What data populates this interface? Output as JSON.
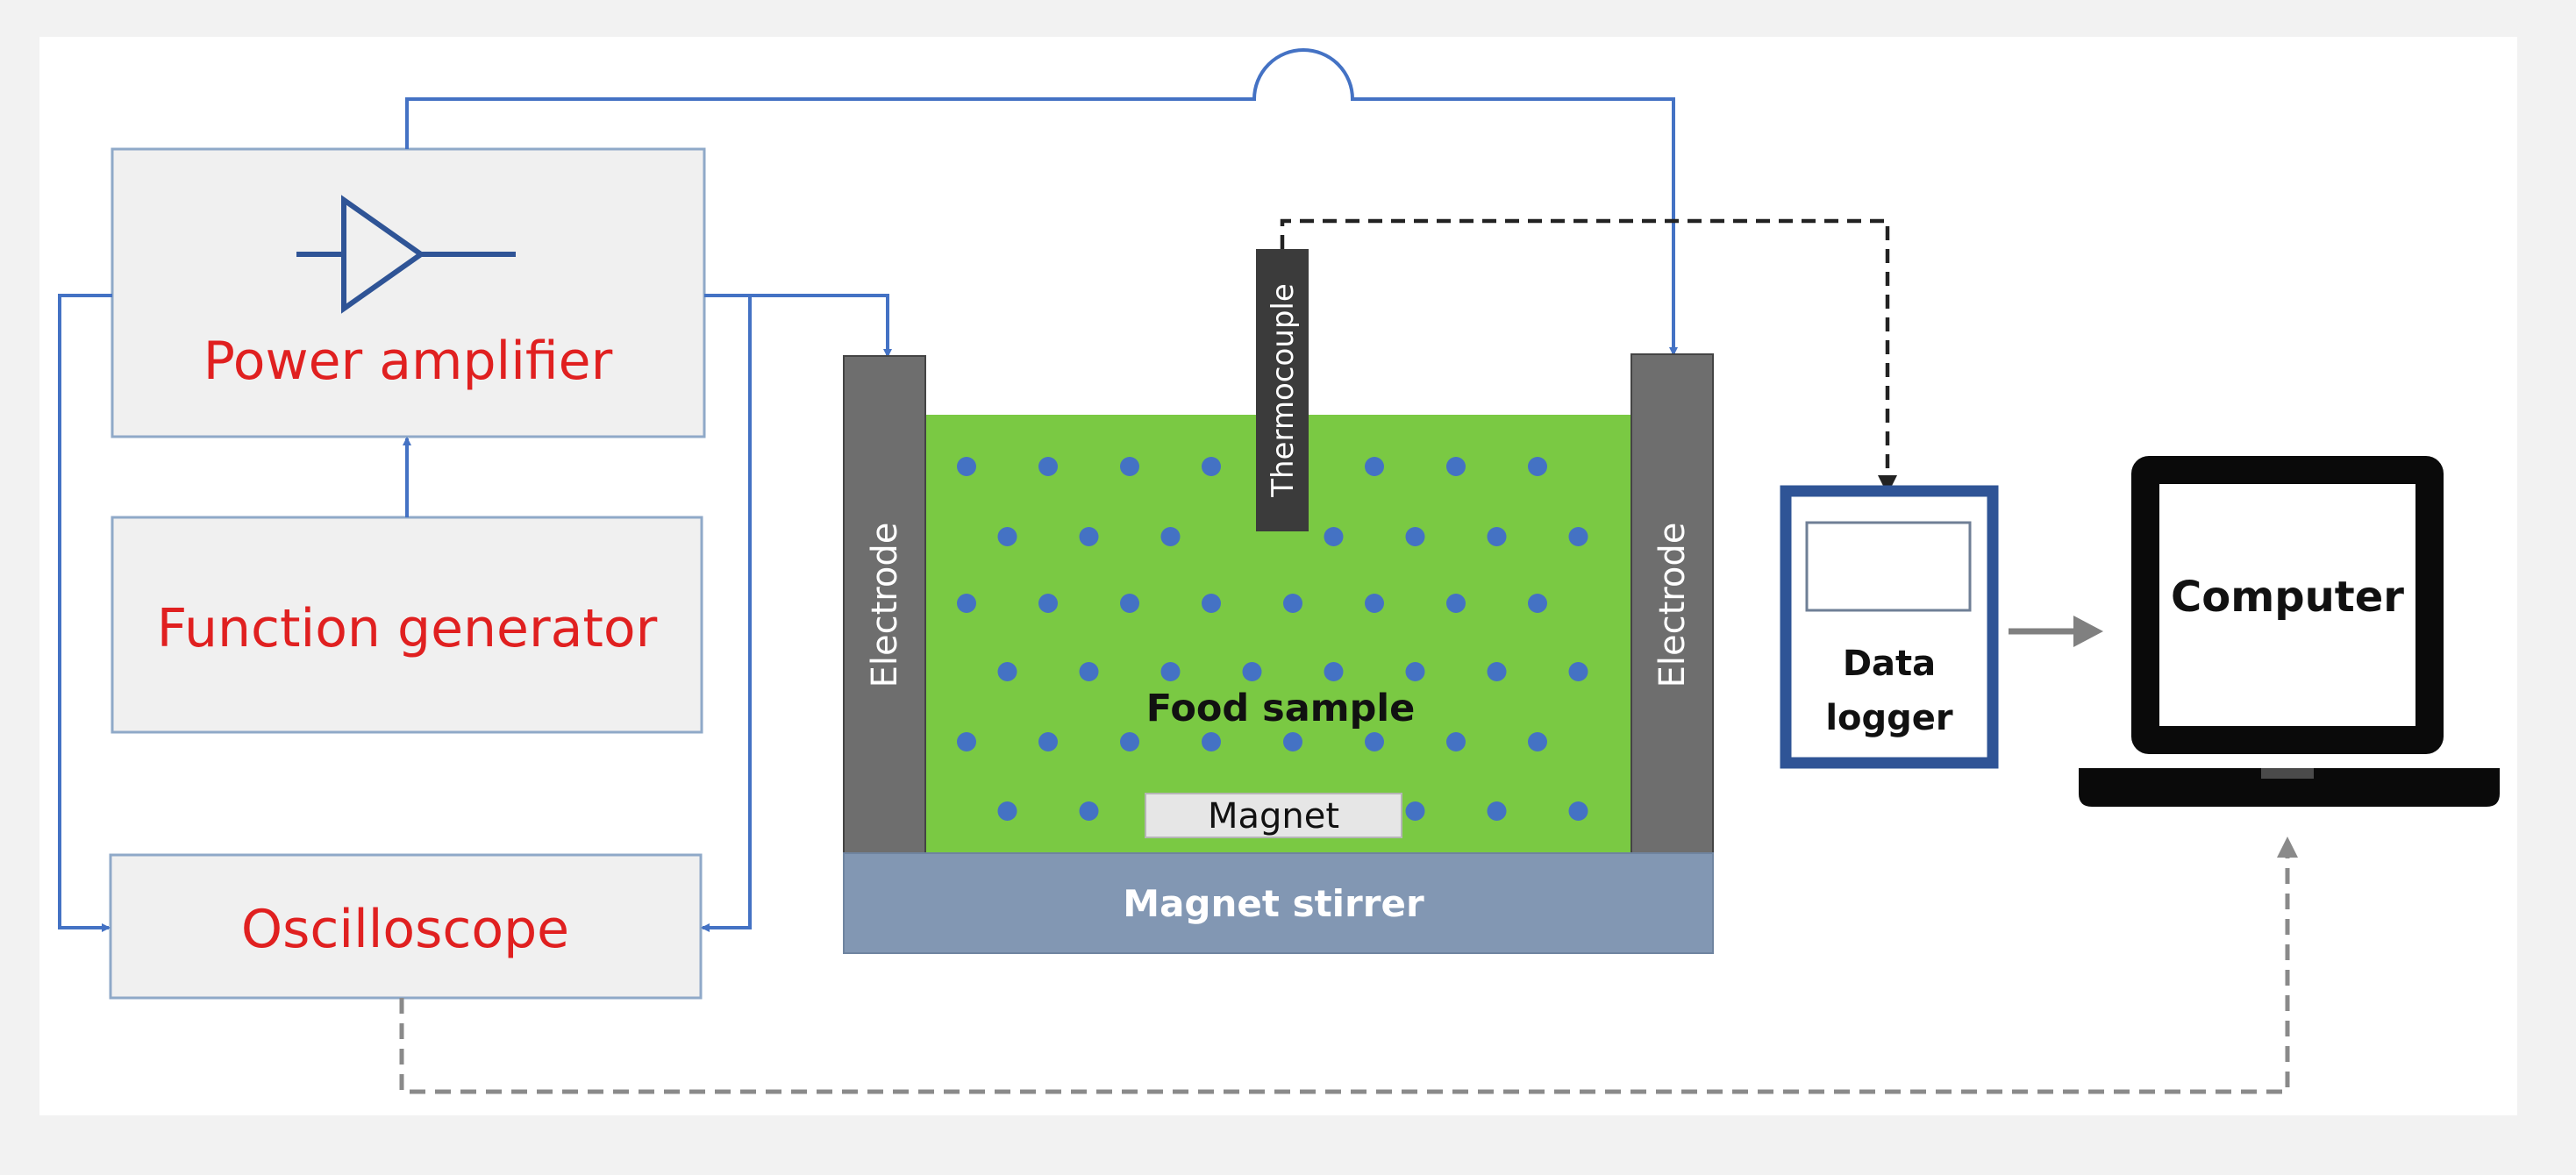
{
  "diagram": {
    "blocks": {
      "power_amplifier": "Power amplifier",
      "function_generator": "Function generator",
      "oscilloscope": "Oscilloscope",
      "data_logger_line1": "Data",
      "data_logger_line2": "logger",
      "computer": "Computer"
    },
    "cell": {
      "electrode_left": "Electrode",
      "electrode_right": "Electrode",
      "thermocouple": "Thermocouple",
      "food_sample": "Food sample",
      "magnet": "Magnet",
      "magnet_stirrer": "Magnet stirrer"
    },
    "colors": {
      "label_red": "#e02020",
      "wire_blue": "#4472c4",
      "food_green": "#7ac943",
      "particle_blue": "#4472c4",
      "electrode_gray": "#6e6e6e",
      "stirrer_slate": "#8297b3",
      "logger_frame": "#2f5496"
    },
    "icons": [
      "amplifier-symbol-icon",
      "laptop-icon"
    ]
  }
}
